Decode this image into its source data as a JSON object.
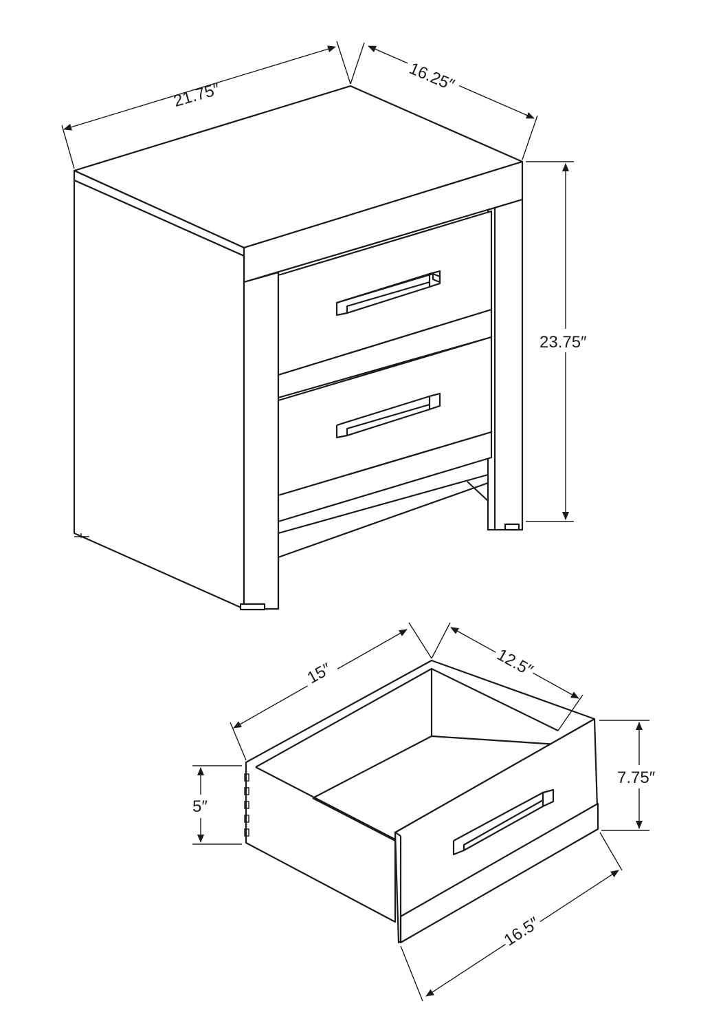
{
  "nightstand": {
    "width_label": "21.75″",
    "depth_label": "16.25″",
    "height_label": "23.75″"
  },
  "drawer": {
    "interior_width_label": "15″",
    "interior_depth_label": "12.5″",
    "front_height_label": "7.75″",
    "side_height_label": "5″",
    "front_width_label": "16.5″"
  },
  "colors": {
    "line": "#1a1a1a",
    "background": "#ffffff"
  }
}
